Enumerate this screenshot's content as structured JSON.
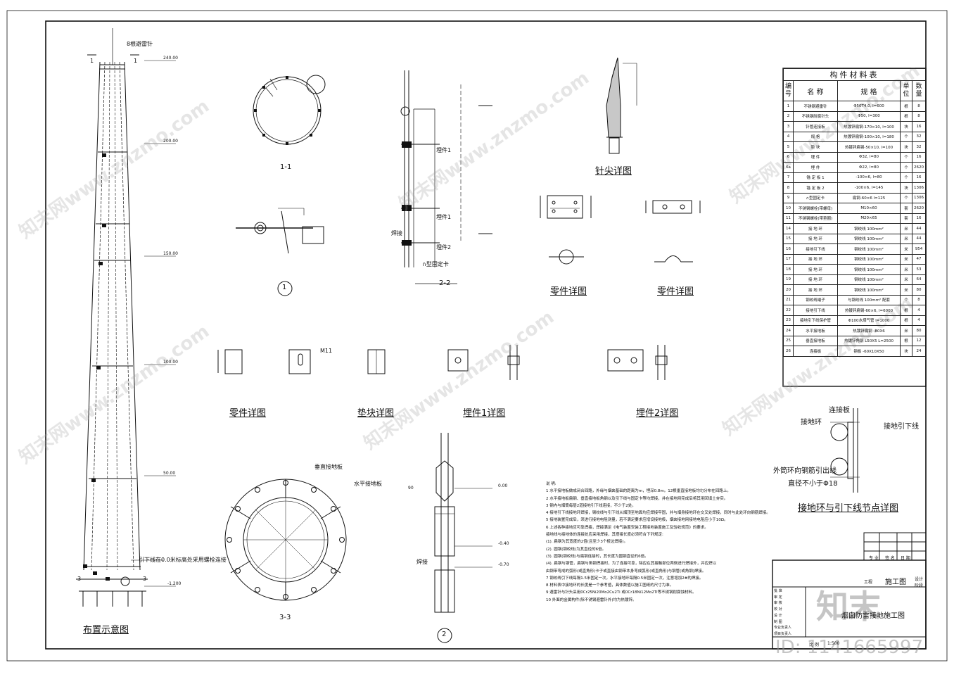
{
  "views": {
    "section_1_1": "1-1",
    "section_2_2": "2-2",
    "section_3_3": "3-3",
    "needle_tip": "针尖详图",
    "parts_a": "零件详图",
    "parts_b": "零件详图",
    "parts_c": "零件详图",
    "pad_detail": "垫块详图",
    "embed1_detail": "埋件1详图",
    "embed2_detail": "埋件2详图",
    "layout": "布置示意图",
    "ring_node": "接地环与引下线节点详图",
    "circle1": "1",
    "circle2": "2"
  },
  "layout_labels": {
    "top": "8根避雷针",
    "sec_left": "1",
    "sec_right": "1",
    "sec3_left": "3",
    "sec3_right": "3",
    "downlead": "引下线在0.0米标高处采用螺栓连接",
    "elevations": [
      "240.00",
      "200.00",
      "150.00",
      "100.00",
      "50.00",
      "-1.200"
    ]
  },
  "detail_labels": {
    "embed1_a": "埋件1",
    "embed1_b": "埋件1",
    "embed2": "埋件2",
    "weld": "焊接",
    "clamp": "∩型固定卡",
    "vertical_plate": "垂直接地板",
    "horizontal_plate": "水平接地板",
    "weld2": "焊接",
    "elev_000": "0.00",
    "elev_040": "-0.40",
    "elev_070": "-0.70",
    "m11": "M11",
    "dim_90": "90"
  },
  "ring_labels": {
    "connect_plate": "连接板",
    "ground_ring": "接地环",
    "downlead": "接地引下线",
    "rebar": "外筒环向钢筋引出线",
    "diameter": "直径不小于Φ18"
  },
  "bom": {
    "title": "构件材料表",
    "headers": [
      "编号",
      "名 称",
      "规 格",
      "单位",
      "数量"
    ],
    "rows": [
      [
        "1",
        "不锈钢避雷针",
        "Φ50T4.0, l=600",
        "根",
        "8"
      ],
      [
        "2",
        "不锈钢耐腐针头",
        "Φ50, l=300",
        "根",
        "8"
      ],
      [
        "3",
        "针管连接板",
        "热镀锌扁钢-170×10, l=100",
        "块",
        "16"
      ],
      [
        "4",
        "规 格",
        "热镀锌扁钢-100×10, l=180",
        "个",
        "32"
      ],
      [
        "5",
        "垫 块",
        "热镀锌扁钢-50×10, l=100",
        "块",
        "32"
      ],
      [
        "6",
        "埋 件",
        "Φ32, l=80",
        "个",
        "16"
      ],
      [
        "6a",
        "埋 件",
        "Φ22, l=80",
        "个",
        "2620"
      ],
      [
        "7",
        "锚 定 板 1",
        "-100×6, l=80",
        "个",
        "16"
      ],
      [
        "8",
        "锚 定 板 2",
        "-100×6, l=145",
        "块",
        "1306"
      ],
      [
        "9",
        "∩型固定卡",
        "扁钢-60×6 l=125",
        "个",
        "1306"
      ],
      [
        "10",
        "不锈钢螺栓(带螺母)",
        "M10×60",
        "套",
        "2620"
      ],
      [
        "11",
        "不锈钢螺栓(带垫圈)",
        "M20×65",
        "套",
        "16"
      ],
      [
        "14",
        "接 地 环",
        "钢绞线 100mm²",
        "米",
        "44"
      ],
      [
        "15",
        "接 地 环",
        "钢绞线 100mm²",
        "米",
        "44"
      ],
      [
        "16",
        "接地引下线",
        "钢绞线 100mm²",
        "米",
        "954"
      ],
      [
        "17",
        "接 地 环",
        "钢绞线 100mm²",
        "米",
        "47"
      ],
      [
        "18",
        "接 地 环",
        "钢绞线 100mm²",
        "米",
        "53"
      ],
      [
        "19",
        "接 地 环",
        "钢绞线 100mm²",
        "米",
        "64"
      ],
      [
        "20",
        "接 地 环",
        "钢绞线 100mm²",
        "米",
        "80"
      ],
      [
        "21",
        "钢绞线端子",
        "与钢绞线 100mm² 配套",
        "个",
        "8"
      ],
      [
        "22",
        "接地引下线",
        "热镀锌扁钢-60×6, l=6000",
        "根",
        "4"
      ],
      [
        "23",
        "接地引下线保护管",
        "Φ100水煤气管 l=1000",
        "根",
        "4"
      ],
      [
        "24",
        "水平接地板",
        "热镀锌扁钢 -80X6",
        "米",
        "80"
      ],
      [
        "25",
        "垂直接地板",
        "热镀锌角钢 L50X5 L=2500",
        "根",
        "12"
      ],
      [
        "26",
        "连接板",
        "钢板 -60X10X50",
        "块",
        "24"
      ]
    ]
  },
  "notes": {
    "title": "说 明:",
    "lines": [
      "1 水平接地板做成闭合回路，外缘与烟囱基础的距离为m，埋深0.8m。12根垂直接地板均匀分布在回路上。",
      "2 水平接地板扁钢、垂直接地板角钢以及引下线与固定卡等均焊接，并在接地网完成后将其用回填土夯实。",
      "3 钢内与烟筒每层2道接地引下线连接，不少于2处。",
      "4 接地引下线接地环焊接，钢绞线与引下线从烟顶至地面均应焊接牢固，并与烟身接地环在交叉处焊接，同时与此处环向钢筋焊接。",
      "5 接地装置完成后，须进行接地电阻测量，若不满足要求应增设接地极，烟囱接地网接地电阻应小于10Ω。",
      "6 上述各种接地应可靠焊接，焊接满足《电气装置安装工程接地装置施工及验收规范》的要求。",
      "  接地线与接地体的连接处应采用焊接，其搭接长度必须符合下列规定:",
      "  (1). 扁钢为其宽度的2倍(且至少3个棱边焊接)。",
      "  (2). 圆钢(钢绞线)为其直径的6倍。",
      "  (3). 圆钢(钢绞线)与扁钢连接时，其长度为圆钢直径的6倍。",
      "  (4). 扁钢与钢管，扁钢与角钢焊接时，为了连接可靠，除应在其接触部位两侧进行焊接外，并应焊以",
      "      由钢带弯成的弧形(或直角形)卡子或直接由钢带本身弯成弧形(或直角形)与钢管(或角钢)焊接。",
      "7 钢绞线引下线每隔1.5米固定一次，水平接地环每隔0.5米固定一次，注意增加2#的焊接。",
      "8 材料表中接地环的长度是一个参考值，具体数值以施工图纸的尺寸为准。",
      "9 避雷针与针头采用0Cr25Ni20Mo2Cu2Ti 或0Cr18Ni12Mo2Ti等不锈钢耐腐蚀材料。",
      "10 外面的金属构件(除不锈钢避雷针外)均为热镀锌。"
    ]
  },
  "title_block": {
    "project_label": "工程",
    "stage": "施工图",
    "stage_note": "设计阶段",
    "drawing_title": "烟囱防雷接地施工图",
    "roles": [
      "批 准",
      "审 定",
      "审 核",
      "校 对",
      "设 计",
      "制 图",
      "专业负责人",
      "项目负责人"
    ],
    "sign_row": [
      "专 业",
      "签 名",
      "日 期"
    ],
    "scale_label": "比 例",
    "scale_value": "1:500"
  },
  "watermark": {
    "text": "知末网www.znzmo.com",
    "brand_logo": "知末",
    "id_text": "ID: 1141665997"
  }
}
